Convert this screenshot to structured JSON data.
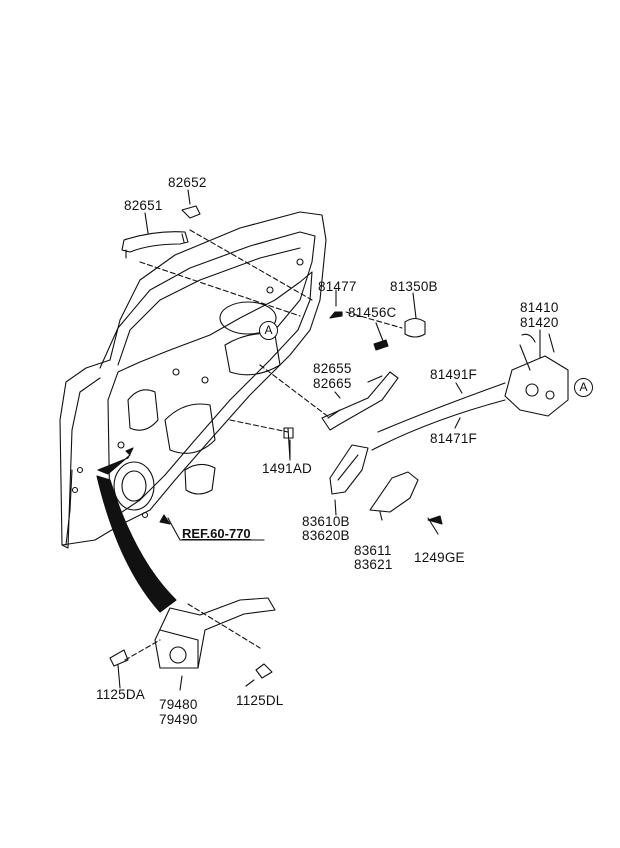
{
  "parts": {
    "p82652": "82652",
    "p82651": "82651",
    "p81477": "81477",
    "p81350b": "81350B",
    "p81456c": "81456C",
    "p82655": "82655",
    "p82665": "82665",
    "p81491f": "81491F",
    "p81471f": "81471F",
    "p81410": "81410",
    "p81420": "81420",
    "p1491ad": "1491AD",
    "p83610b": "83610B",
    "p83620b": "83620B",
    "p83611": "83611",
    "p83621": "83621",
    "p1249ge": "1249GE",
    "p1125da": "1125DA",
    "p79480": "79480",
    "p79490": "79490",
    "p1125dl": "1125DL"
  },
  "reference": "REF.60-770",
  "callouts": {
    "a1": "A",
    "a2": "A"
  }
}
